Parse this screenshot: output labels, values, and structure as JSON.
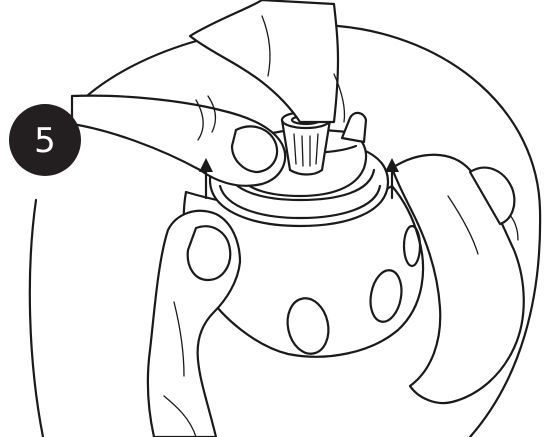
{
  "step": {
    "number": "5",
    "badge_color": "#231f20",
    "text_color": "#ffffff"
  },
  "illustration": {
    "line_color": "#1a1a1a",
    "background": "#ffffff",
    "arrow_direction": "up",
    "arrow_count": 2
  }
}
